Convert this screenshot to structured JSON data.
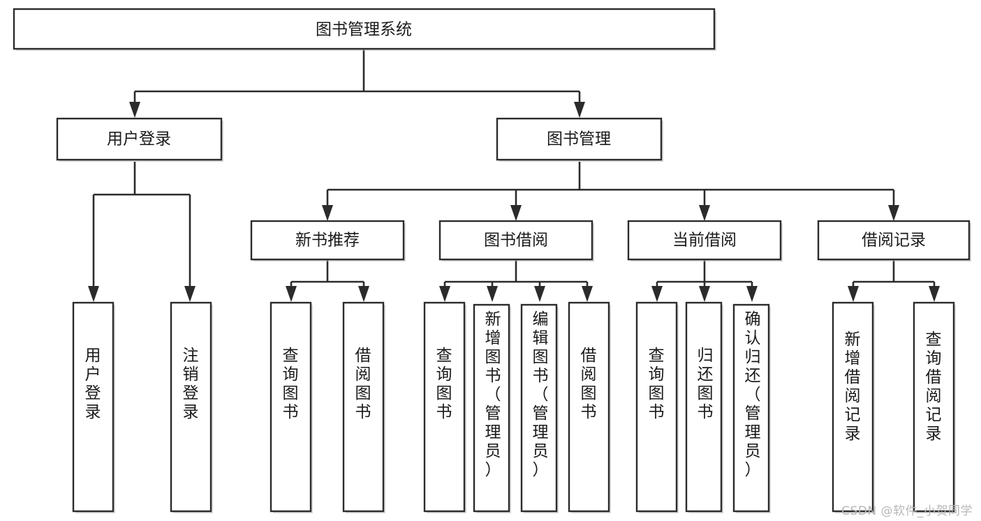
{
  "diagram": {
    "type": "tree",
    "title": "图书管理系统",
    "watermark": "CSDN @软件_小贺同学",
    "nodes": {
      "root": {
        "label": "图书管理系统",
        "level": 1
      },
      "l2": [
        {
          "id": "user-login",
          "label": "用户登录"
        },
        {
          "id": "book-manage",
          "label": "图书管理"
        }
      ],
      "l3": [
        {
          "id": "new-book-rec",
          "label": "新书推荐",
          "parent": "book-manage"
        },
        {
          "id": "book-borrow",
          "label": "图书借阅",
          "parent": "book-manage"
        },
        {
          "id": "current-borrow",
          "label": "当前借阅",
          "parent": "book-manage"
        },
        {
          "id": "borrow-record",
          "label": "借阅记录",
          "parent": "book-manage"
        }
      ],
      "leaves": [
        {
          "id": "leaf-user-login",
          "label": "用户登录",
          "parent": "user-login"
        },
        {
          "id": "leaf-logout-login",
          "label": "注销登录",
          "parent": "user-login"
        },
        {
          "id": "leaf-query-book-1",
          "label": "查询图书",
          "parent": "new-book-rec"
        },
        {
          "id": "leaf-borrow-book-1",
          "label": "借阅图书",
          "parent": "new-book-rec"
        },
        {
          "id": "leaf-query-book-2",
          "label": "查询图书",
          "parent": "book-borrow"
        },
        {
          "id": "leaf-add-book",
          "label": "新增图书（管理员）",
          "parent": "book-borrow"
        },
        {
          "id": "leaf-edit-book",
          "label": "编辑图书（管理员）",
          "parent": "book-borrow"
        },
        {
          "id": "leaf-borrow-book-2",
          "label": "借阅图书",
          "parent": "book-borrow"
        },
        {
          "id": "leaf-query-book-3",
          "label": "查询图书",
          "parent": "current-borrow"
        },
        {
          "id": "leaf-return-book",
          "label": "归还图书",
          "parent": "current-borrow"
        },
        {
          "id": "leaf-confirm-return",
          "label": "确认归还（管理员）",
          "parent": "current-borrow"
        },
        {
          "id": "leaf-add-record",
          "label": "新增借阅记录",
          "parent": "borrow-record"
        },
        {
          "id": "leaf-query-record",
          "label": "查询借阅记录",
          "parent": "borrow-record"
        }
      ]
    },
    "colors": {
      "stroke": "#2b2b2b",
      "fill": "#ffffff",
      "text": "#1a1a1a",
      "watermark": "#b7b7b7"
    }
  }
}
